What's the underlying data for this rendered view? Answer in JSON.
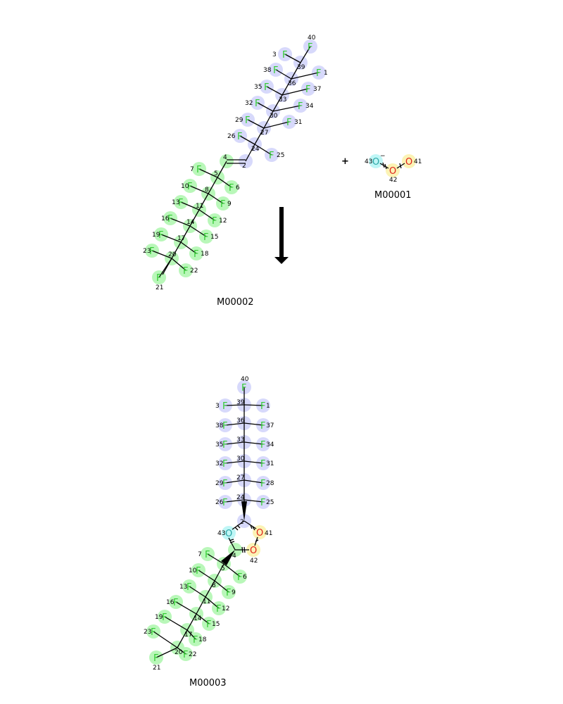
{
  "reaction": {
    "plus_sign": "+",
    "molecules": {
      "reactant_chain": {
        "label": "M00002"
      },
      "ozone": {
        "label": "M00001",
        "charge_sign": "−"
      },
      "product": {
        "label": "M00003"
      }
    },
    "element_symbols": {
      "fluorine": "F",
      "oxygen": "O"
    },
    "colors": {
      "fluorine_text": "#33cc33",
      "oxygen_text": "#e0201a",
      "oxygen_43_text": "#2aa6a6",
      "highlight_blue": "#d7d9fb",
      "highlight_green": "#b9f7b9",
      "highlight_yellow": "#fbf3b5",
      "highlight_cyan": "#bff6f6",
      "arrow": "#000000"
    }
  }
}
